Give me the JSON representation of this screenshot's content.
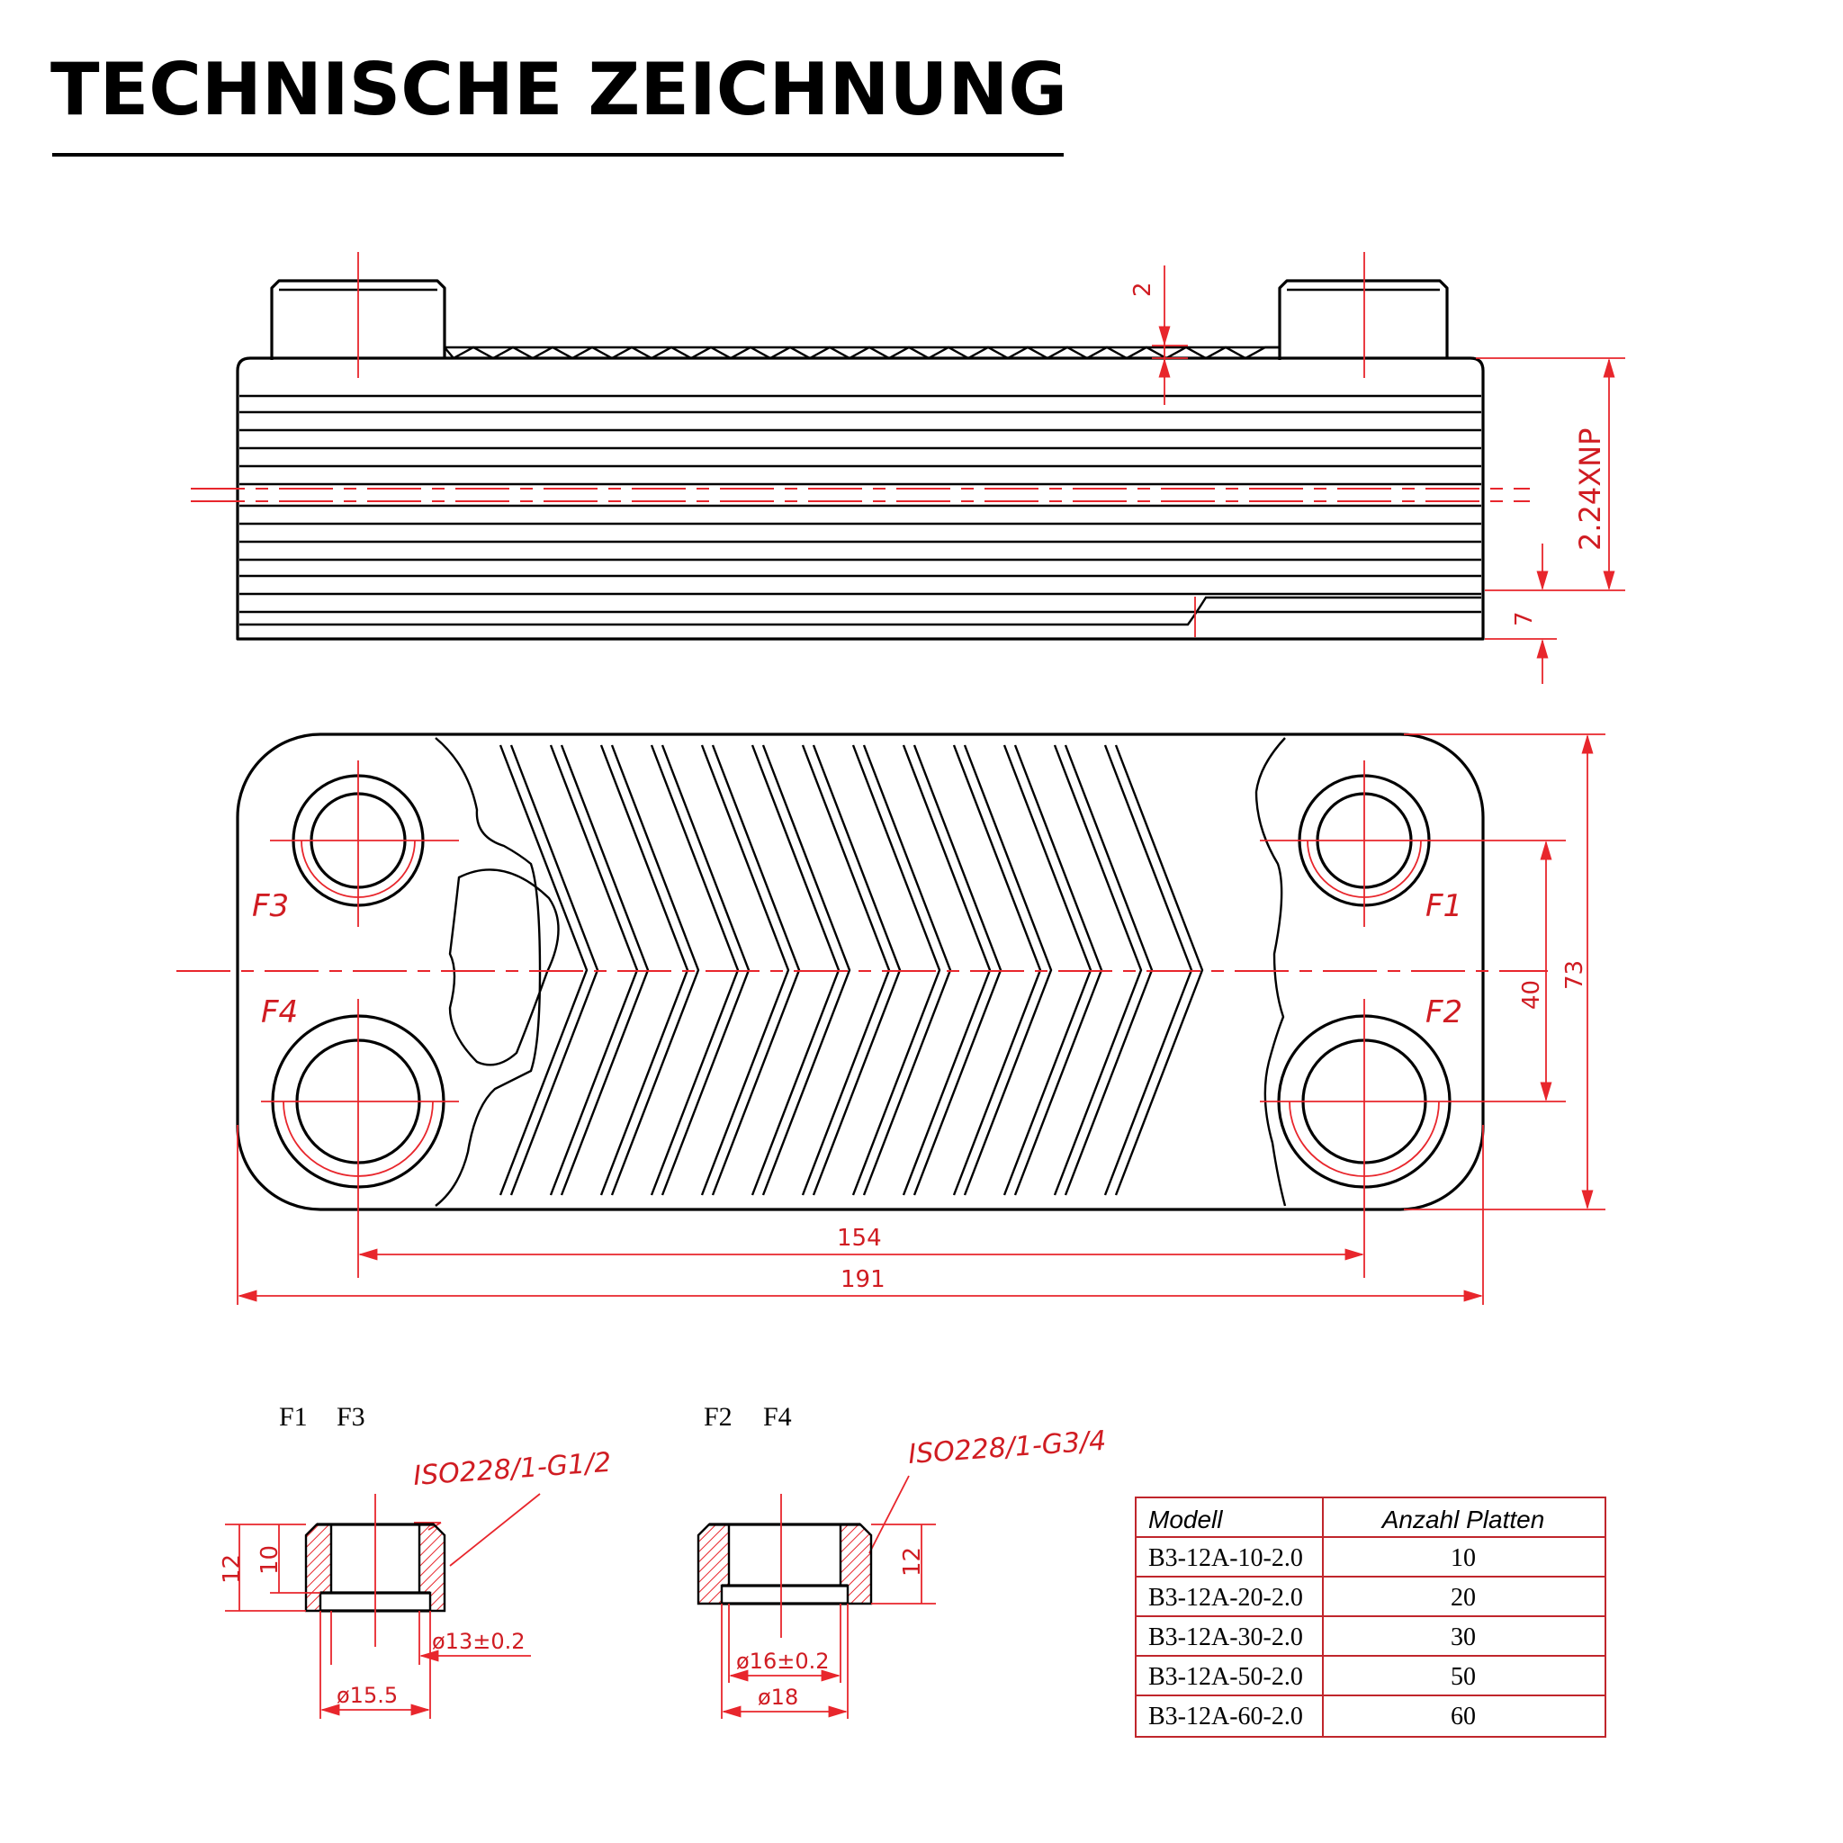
{
  "title": "TECHNISCHE ZEICHNUNG",
  "side_view": {
    "dim_top_gap": "2",
    "dim_plate_pack": "2.24XNP",
    "dim_base": "7"
  },
  "front_view": {
    "ports": [
      "F1",
      "F2",
      "F3",
      "F4"
    ],
    "dim_port_spacing_vertical": "40",
    "dim_height": "73",
    "dim_port_spacing_horizontal": "154",
    "dim_width": "191"
  },
  "connection_details": {
    "small": {
      "ports_label_a": "F1",
      "ports_label_b": "F3",
      "thread": "ISO228/1-G1/2",
      "dim_height_outer": "12",
      "dim_height_inner": "10",
      "dim_inner_dia": "ø13±0.2",
      "dim_outer_dia": "ø15.5"
    },
    "large": {
      "ports_label_a": "F2",
      "ports_label_b": "F4",
      "thread": "ISO228/1-G3/4",
      "dim_height": "12",
      "dim_inner_dia": "ø16±0.2",
      "dim_outer_dia": "ø18"
    }
  },
  "model_table": {
    "headers": [
      "Modell",
      "Anzahl Platten"
    ],
    "rows": [
      [
        "B3-12A-10-2.0",
        "10"
      ],
      [
        "B3-12A-20-2.0",
        "20"
      ],
      [
        "B3-12A-30-2.0",
        "30"
      ],
      [
        "B3-12A-50-2.0",
        "50"
      ],
      [
        "B3-12A-60-2.0",
        "60"
      ]
    ]
  }
}
